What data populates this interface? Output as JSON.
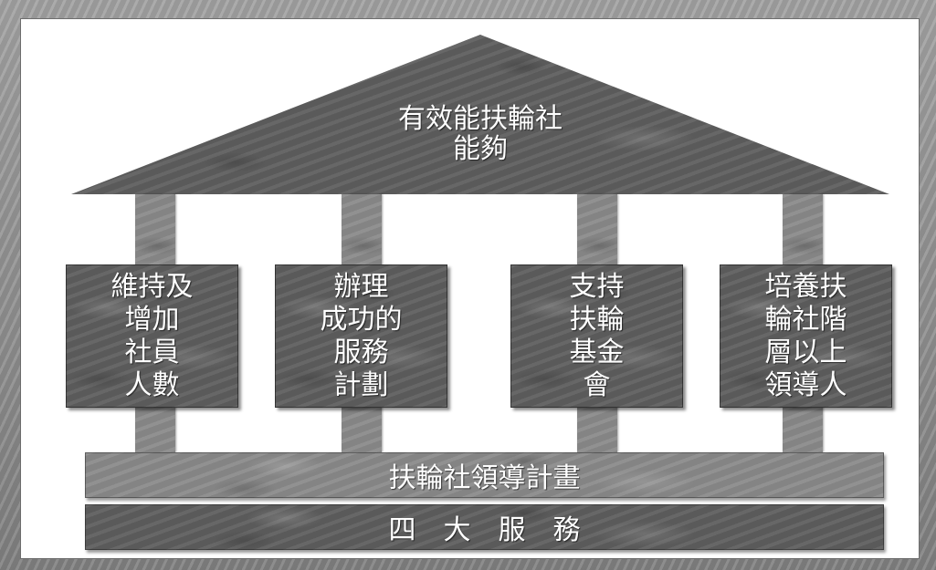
{
  "diagram": {
    "roof_title": "有效能扶輪社\n能夠",
    "pillars": [
      "維持及\n增加\n社員\n人數",
      "辦理\n成功的\n服務\n計劃",
      "支持\n扶輪\n基金\n會",
      "培養扶\n輪社階\n層以上\n領導人"
    ],
    "plan_band": "扶輪社領導計畫",
    "base_band": "四　大　服　務"
  }
}
